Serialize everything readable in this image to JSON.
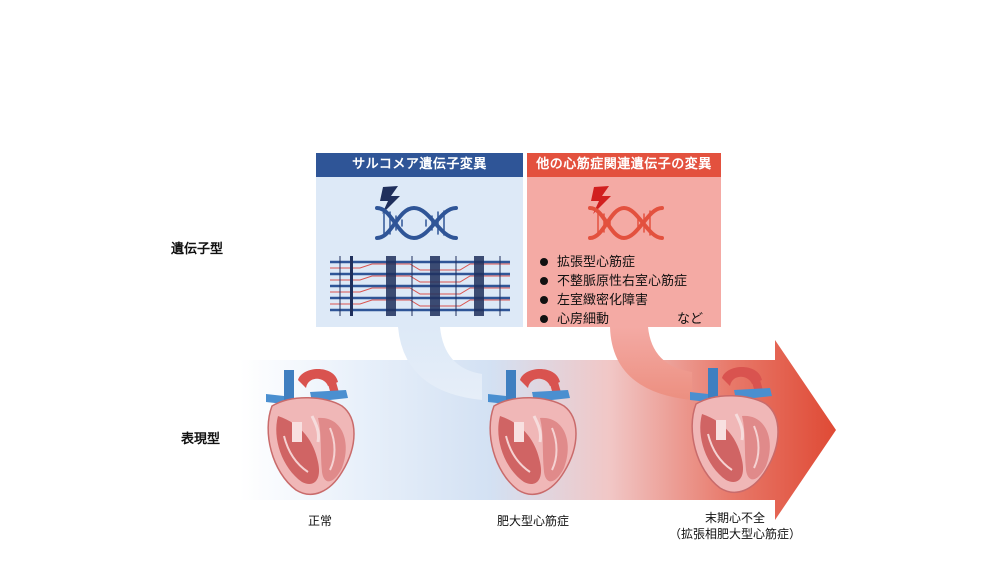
{
  "row_labels": {
    "genotype": "遺伝子型",
    "phenotype": "表現型"
  },
  "boxes": {
    "sarcomere": {
      "title": "サルコメア遺伝子変異",
      "color": "#2f5597"
    },
    "other": {
      "title": "他の心筋症関連遺伝子の変異",
      "color": "#e3513e"
    }
  },
  "disorders": [
    "拡張型心筋症",
    "不整脈原性右室心筋症",
    "左室緻密化障害",
    "心房細動"
  ],
  "disorders_suffix": "など",
  "stages": {
    "normal": "正常",
    "hcm": "肥大型心筋症",
    "end_stage_line1": "末期心不全",
    "end_stage_line2": "（拡張相肥大型心筋症）"
  },
  "icons": [
    "lightning-bolt-icon",
    "dna-helix-icon",
    "sarcomere-icon",
    "heart-icon"
  ]
}
